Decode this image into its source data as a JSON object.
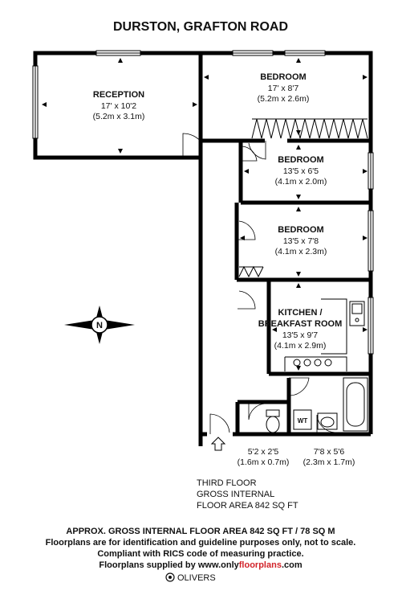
{
  "title": "DURSTON, GRAFTON ROAD",
  "rooms": {
    "reception": {
      "name": "RECEPTION",
      "imperial": "17' x 10'2",
      "metric": "(5.2m x 3.1m)"
    },
    "bedroom1": {
      "name": "BEDROOM",
      "imperial": "17' x 8'7",
      "metric": "(5.2m x 2.6m)"
    },
    "bedroom2": {
      "name": "BEDROOM",
      "imperial": "13'5 x 6'5",
      "metric": "(4.1m x 2.0m)"
    },
    "bedroom3": {
      "name": "BEDROOM",
      "imperial": "13'5 x 7'8",
      "metric": "(4.1m x 2.3m)"
    },
    "kitchen": {
      "name_line1": "KITCHEN /",
      "name_line2": "BREAKFAST ROOM",
      "imperial": "13'5 x 9'7",
      "metric": "(4.1m x 2.9m)"
    },
    "wc": {
      "imperial": "5'2 x 2'5",
      "metric": "(1.6m x 0.7m)"
    },
    "bathroom": {
      "imperial": "7'8 x 5'6",
      "metric": "(2.3m x 1.7m)"
    },
    "wt_label": "WT"
  },
  "compass": {
    "letter": "N"
  },
  "floor_info": {
    "line1": "THIRD FLOOR",
    "line2": "GROSS INTERNAL",
    "line3": "FLOOR AREA 842 SQ FT"
  },
  "footer": {
    "line1": "APPROX. GROSS INTERNAL FLOOR AREA 842 SQ FT / 78 SQ M",
    "line2": "Floorplans are for identification and guideline purposes only, not to scale.",
    "line3": "Compliant with RICS code of measuring practice.",
    "line4_prefix": "Floorplans supplied by www.only",
    "line4_highlight": "floorplans",
    "line4_suffix": ".com",
    "brand": "OLIVERS"
  },
  "colors": {
    "highlight": "#d2232a",
    "wall": "#000000"
  }
}
